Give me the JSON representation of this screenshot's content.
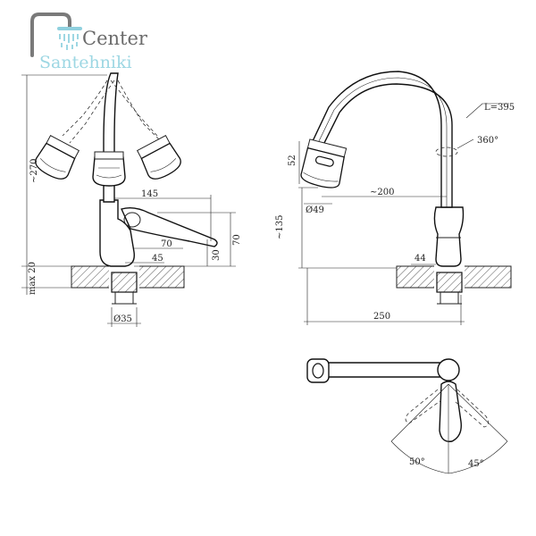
{
  "logo": {
    "line1": "Center",
    "line2": "Santehniki"
  },
  "front_view": {
    "height_total": "~270",
    "max_thread": "max 20",
    "lever_reach": "145",
    "base_height_1": "70",
    "base_height_2": "70",
    "spout_clear": "30",
    "base_width": "45",
    "diameter": "Ø35"
  },
  "side_view": {
    "height_135": "~135",
    "head_size": "52",
    "reach": "~200",
    "aerator": "Ø49",
    "length": "L=395",
    "rotation": "360°",
    "base": "44",
    "total_width": "250"
  },
  "top_view": {
    "angle_left": "50°",
    "angle_right": "45°"
  },
  "colors": {
    "line": "#222222",
    "logo_grey": "#6b6b6b",
    "logo_blue": "#9dd7e3"
  }
}
